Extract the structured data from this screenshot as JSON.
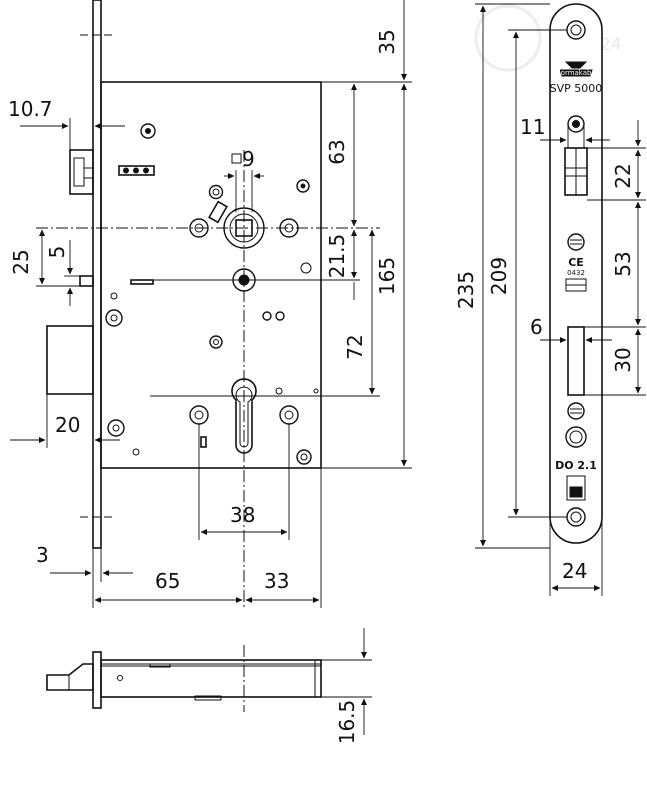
{
  "front_view": {
    "dims": {
      "backset_65": "65",
      "half_33": "33",
      "faceplate_3": "3",
      "offset_20": "20",
      "top_35": "35",
      "latch_63": "63",
      "gap_21_5": "21.5",
      "dist_72": "72",
      "height_165": "165",
      "width_10_7": "10.7",
      "val_25": "25",
      "val_5": "5",
      "spacing_38": "38",
      "square": "9"
    }
  },
  "faceplate": {
    "brand": "dormakaba",
    "model": "SVP  5000",
    "ce_mark": "CE",
    "ce_number": "0432",
    "do_marking": "DO 2.1",
    "dims": {
      "total_235": "235",
      "screws_209": "209",
      "hole_11": "11",
      "latch_22": "22",
      "gap_53": "53",
      "bolt_6": "6",
      "bolt_30": "30",
      "width_24": "24"
    }
  },
  "side_view": {
    "dims": {
      "depth_16_5": "16.5"
    }
  },
  "watermark": "24"
}
